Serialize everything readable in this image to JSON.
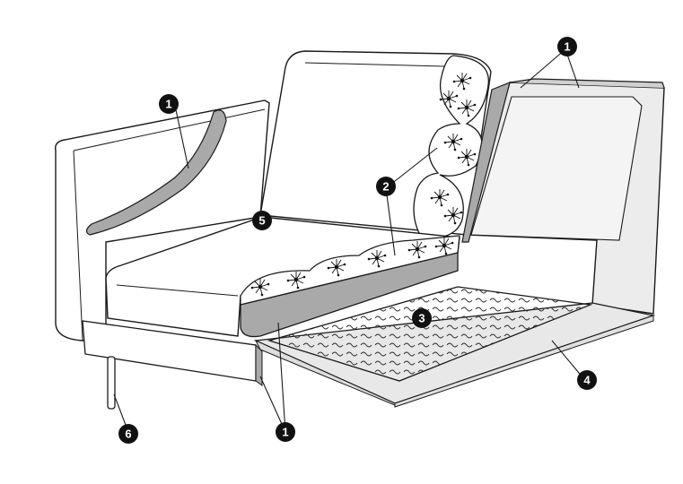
{
  "callouts": [
    {
      "id": "c1a",
      "label": "1"
    },
    {
      "id": "c1b",
      "label": "1"
    },
    {
      "id": "c1c",
      "label": "1"
    },
    {
      "id": "c2",
      "label": "2"
    },
    {
      "id": "c3",
      "label": "3"
    },
    {
      "id": "c4",
      "label": "4"
    },
    {
      "id": "c5",
      "label": "5"
    },
    {
      "id": "c6",
      "label": "6"
    }
  ],
  "colors": {
    "outline": "#1a1a1a",
    "foam_grey": "#a9a9a9",
    "panel_light": "#ececec",
    "badge": "#111111",
    "background": "#ffffff"
  }
}
